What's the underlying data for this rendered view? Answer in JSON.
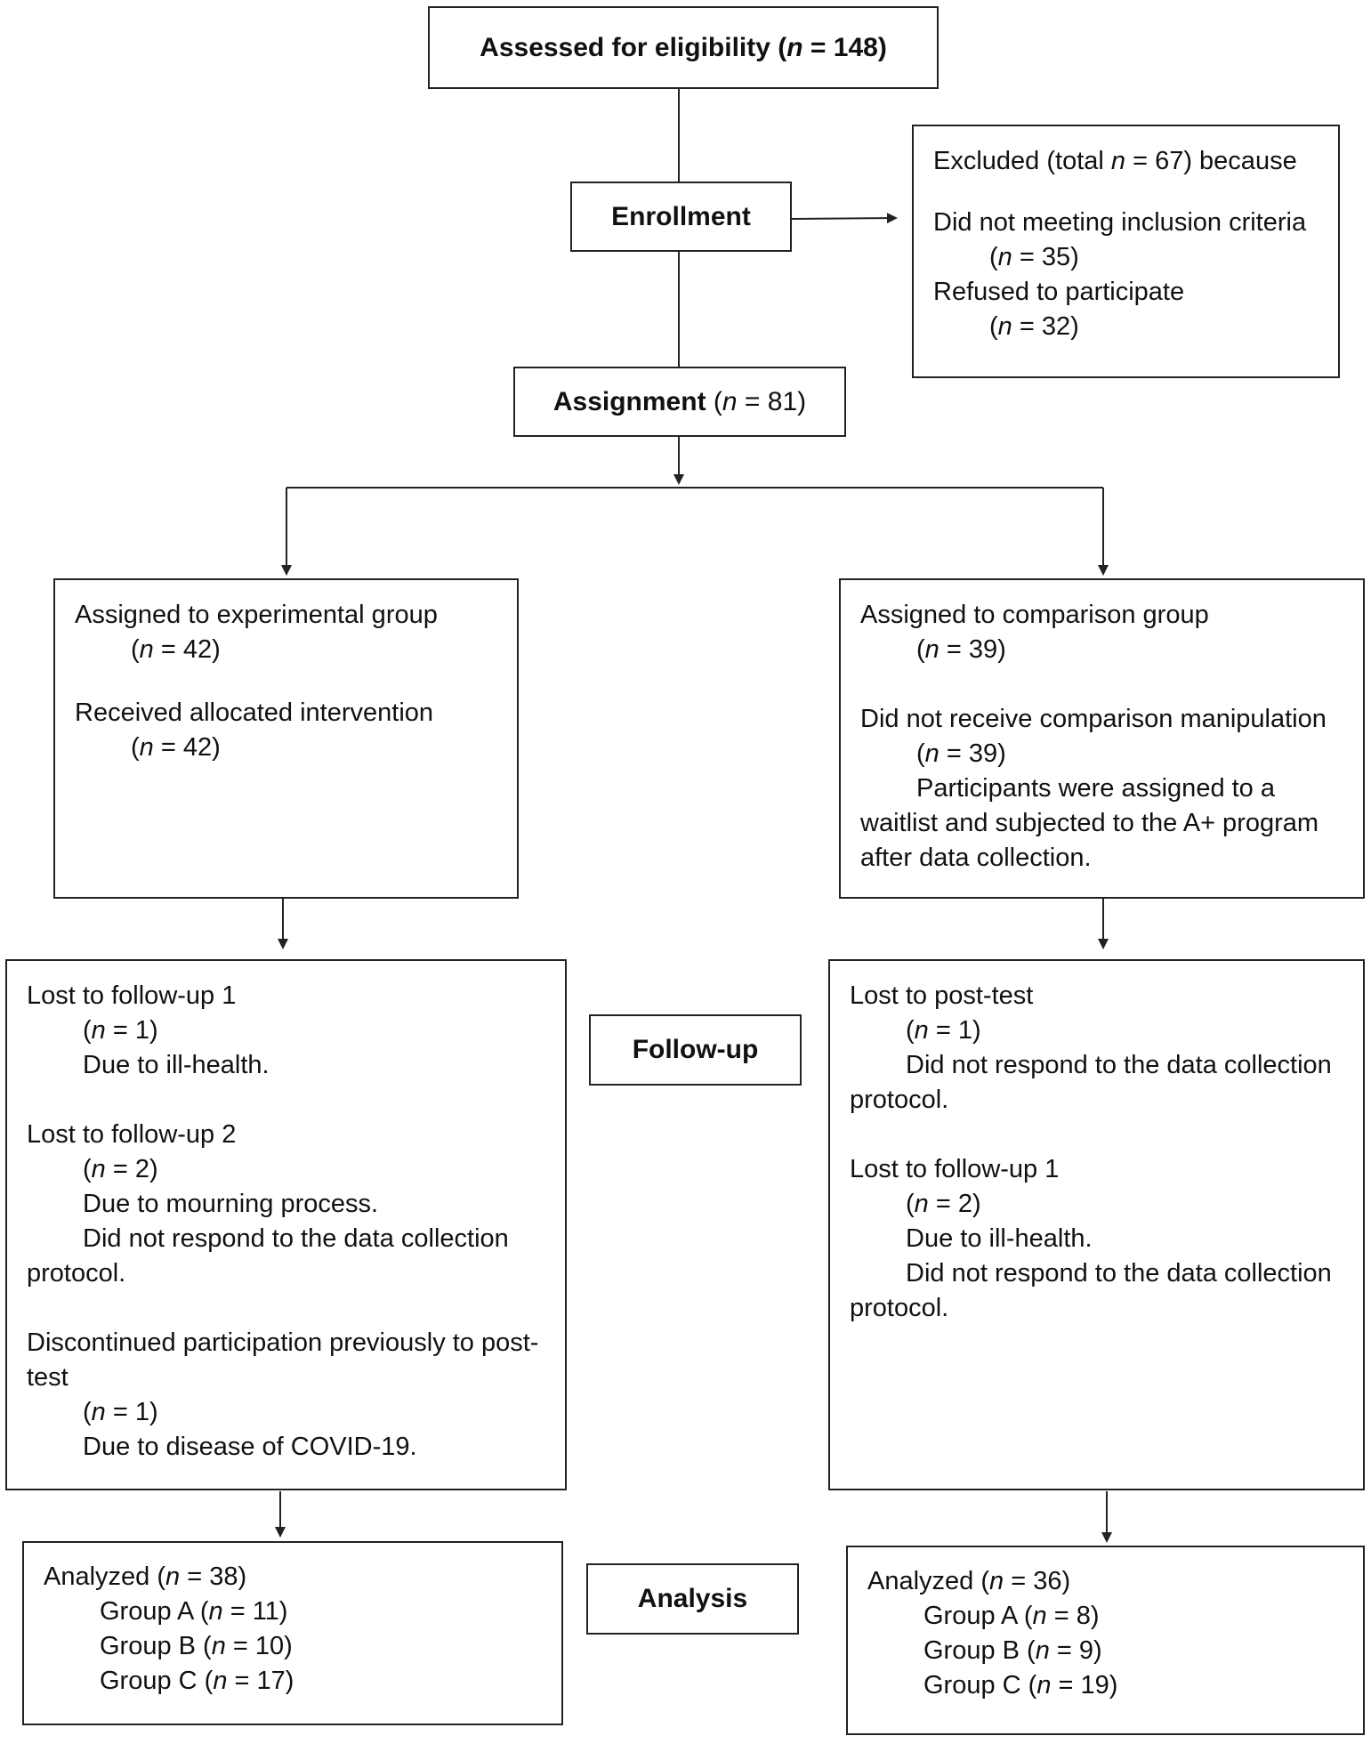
{
  "stages": {
    "eligibility": {
      "label": "Assessed for eligibility (",
      "n_symbol": "n",
      "n_text": " = 148)"
    },
    "enrollment": {
      "label": "Enrollment"
    },
    "assignment": {
      "label": "Assignment",
      "n_pre": " (",
      "n_symbol": "n",
      "n_text": " = 81)"
    },
    "follow_up": {
      "label": "Follow-up"
    },
    "analysis": {
      "label": "Analysis"
    }
  },
  "excluded": {
    "heading_pre": "Excluded (total ",
    "heading_n": "n",
    "heading_post": " = 67) because",
    "reason_1": "Did not meeting inclusion criteria",
    "reason_1_n": "n",
    "reason_1_count": " = 35)",
    "reason_2": "Refused to participate",
    "reason_2_n": "n",
    "reason_2_count": " = 32)"
  },
  "experimental": {
    "assigned": "Assigned to experimental group",
    "assigned_n": "n",
    "assigned_count": " = 42)",
    "received": "Received allocated intervention",
    "received_n": "n",
    "received_count": " = 42)"
  },
  "comparison": {
    "assigned": "Assigned to comparison group",
    "assigned_n": "n",
    "assigned_count": " = 39)",
    "not_received": "Did not receive comparison manipulation",
    "not_received_n": "n",
    "not_received_count": " = 39)",
    "note_1": "Participants were assigned to a",
    "note_2": "waitlist and subjected to the A+ program",
    "note_3": "after data collection."
  },
  "exp_followup": {
    "lost_1": "Lost to follow-up 1",
    "lost_1_n": "n",
    "lost_1_count": " = 1)",
    "lost_1_reason": "Due to ill-health.",
    "lost_2": "Lost to follow-up 2",
    "lost_2_n": "n",
    "lost_2_count": " = 2)",
    "lost_2_reason_1": "Due to mourning process.",
    "lost_2_reason_2a": "Did not respond to the data collection",
    "lost_2_reason_2b": "protocol.",
    "disc_a": "Discontinued participation previously to post-",
    "disc_b": "test",
    "disc_n": "n",
    "disc_count": " = 1)",
    "disc_reason": "Due to disease of COVID-19."
  },
  "comp_followup": {
    "lost_post": "Lost to post-test",
    "lost_post_n": "n",
    "lost_post_count": " = 1)",
    "lost_post_reason_a": "Did not respond to the data collection",
    "lost_post_reason_b": "protocol.",
    "lost_1": "Lost to follow-up 1",
    "lost_1_n": "n",
    "lost_1_count": " = 2)",
    "lost_1_reason_1": "Due to ill-health.",
    "lost_1_reason_2a": "Did not respond to the data collection",
    "lost_1_reason_2b": "protocol."
  },
  "exp_analysis": {
    "analyzed": "Analyzed (",
    "analyzed_n": "n",
    "analyzed_count": " = 38)",
    "group_a": "Group A (",
    "group_a_n": "n",
    "group_a_count": " = 11)",
    "group_b": "Group B (",
    "group_b_n": "n",
    "group_b_count": " = 10)",
    "group_c": "Group C (",
    "group_c_n": "n",
    "group_c_count": " = 17)"
  },
  "comp_analysis": {
    "analyzed": "Analyzed (",
    "analyzed_n": "n",
    "analyzed_count": " = 36)",
    "group_a": "Group A (",
    "group_a_n": "n",
    "group_a_count": " = 8)",
    "group_b": "Group B (",
    "group_b_n": "n",
    "group_b_count": " = 9)",
    "group_c": "Group C (",
    "group_c_n": "n",
    "group_c_count": " = 19)"
  }
}
